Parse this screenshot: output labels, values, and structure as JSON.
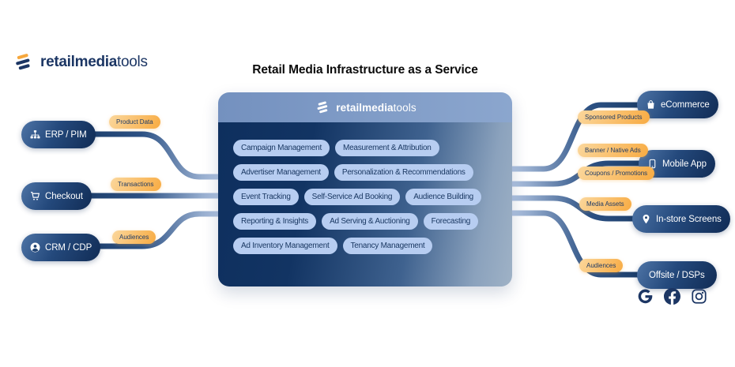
{
  "brand": {
    "bold": "retailmedia",
    "light": "tools"
  },
  "title": "Retail Media Infrastructure as a Service",
  "platform": {
    "brand_bold": "retailmedia",
    "brand_light": "tools",
    "capabilities": {
      "rows": [
        [
          "Campaign Management",
          "Measurement & Attribution"
        ],
        [
          "Advertiser Management",
          "Personalization & Recommendations"
        ],
        [
          "Event Tracking",
          "Self-Service Ad Booking",
          "Audience Building"
        ],
        [
          "Reporting & Insights",
          "Ad Serving & Auctioning",
          "Forecasting"
        ],
        [
          "Ad Inventory Management",
          "Tenancy Management"
        ]
      ]
    }
  },
  "sources": [
    {
      "label": "ERP / PIM",
      "icon": "sitemap-icon",
      "tag": "Product Data"
    },
    {
      "label": "Checkout",
      "icon": "cart-icon",
      "tag": "Transactions"
    },
    {
      "label": "CRM / CDP",
      "icon": "user-icon",
      "tag": "Audiences"
    }
  ],
  "channels": [
    {
      "label": "eCommerce",
      "icon": "shopping-bag-icon"
    },
    {
      "label": "Mobile App",
      "icon": "mobile-icon"
    },
    {
      "label": "In-store Screens",
      "icon": "location-pin-icon"
    },
    {
      "label": "Offsite / DSPs",
      "icon": ""
    }
  ],
  "channel_tags": [
    "Sponsored Products",
    "Banner / Native Ads",
    "Coupons / Promotions",
    "Media Assets",
    "Audiences"
  ],
  "social_icons": [
    "google-icon",
    "facebook-icon",
    "instagram-icon"
  ],
  "colors": {
    "navy": "#1c3664",
    "navy_deep": "#0e2f5e",
    "steel_header": "#7e9bc6",
    "capability_pill": "#b7cdf1",
    "orange": "#f8ab42",
    "orange_light": "#fbd79c",
    "line_light": "#c3d4ee",
    "white": "#ffffff"
  }
}
